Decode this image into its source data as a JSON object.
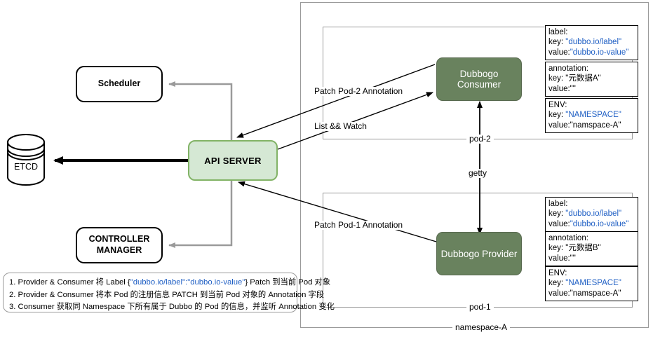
{
  "diagram": {
    "title": "Dubbogo Kubernetes registry architecture",
    "colors": {
      "dubbo_fill": "#69825e",
      "apiserver_fill": "#d5e8d4",
      "apiserver_stroke": "#82b366",
      "container_stroke": "#9a9a9a",
      "blue_text": "#1f5fc4",
      "grey_arrow": "#9a9a9a",
      "black_arrow": "#000000"
    }
  },
  "nodes": {
    "scheduler": "Scheduler",
    "controller_manager_line1": "CONTROLLER",
    "controller_manager_line2": "MANAGER",
    "api_server": "API SERVER",
    "etcd": "ETCD",
    "dubbogo_consumer": "Dubbogo Consumer",
    "dubbogo_provider": "Dubbogo Provider"
  },
  "containers": {
    "namespace": "namespace-A",
    "pod_top": "pod-2",
    "pod_bottom": "pod-1"
  },
  "edges": {
    "patch_pod2": "Patch Pod-2 Annotation",
    "list_watch": "List && Watch",
    "patch_pod1": "Patch Pod-1 Annotation",
    "getty": "getty"
  },
  "info_boxes": {
    "pod2": [
      {
        "name": "label",
        "lines": [
          [
            {
              "t": "label:",
              "c": "black"
            }
          ],
          [
            {
              "t": "key: ",
              "c": "black"
            },
            {
              "t": "\"dubbo.io/label\"",
              "c": "blue"
            }
          ],
          [
            {
              "t": "value:",
              "c": "black"
            },
            {
              "t": "\"dubbo.io-value\"",
              "c": "blue"
            }
          ]
        ]
      },
      {
        "name": "annotation",
        "lines": [
          [
            {
              "t": "annotation:",
              "c": "black"
            }
          ],
          [
            {
              "t": "key: \"元数据A\"",
              "c": "black"
            }
          ],
          [
            {
              "t": "value:\"\"",
              "c": "black"
            }
          ]
        ]
      },
      {
        "name": "env",
        "lines": [
          [
            {
              "t": "ENV:",
              "c": "black"
            }
          ],
          [
            {
              "t": "key: ",
              "c": "black"
            },
            {
              "t": "\"NAMESPACE\"",
              "c": "blue"
            }
          ],
          [
            {
              "t": "value:\"namspace-A\"",
              "c": "black"
            }
          ]
        ]
      }
    ],
    "pod1": [
      {
        "name": "label",
        "lines": [
          [
            {
              "t": "label:",
              "c": "black"
            }
          ],
          [
            {
              "t": "key: ",
              "c": "black"
            },
            {
              "t": "\"dubbo.io/label\"",
              "c": "blue"
            }
          ],
          [
            {
              "t": "value:",
              "c": "black"
            },
            {
              "t": "\"dubbo.io-value\"",
              "c": "blue"
            }
          ]
        ]
      },
      {
        "name": "annotation",
        "lines": [
          [
            {
              "t": "annotation:",
              "c": "black"
            }
          ],
          [
            {
              "t": "key: \"元数据B\"",
              "c": "black"
            }
          ],
          [
            {
              "t": "value:\"\"",
              "c": "black"
            }
          ]
        ]
      },
      {
        "name": "env",
        "lines": [
          [
            {
              "t": "ENV:",
              "c": "black"
            }
          ],
          [
            {
              "t": "key: ",
              "c": "black"
            },
            {
              "t": "\"NAMESPACE\"",
              "c": "blue"
            }
          ],
          [
            {
              "t": "value:\"namspace-A\"",
              "c": "black"
            }
          ]
        ]
      }
    ]
  },
  "legend": {
    "lines": [
      [
        {
          "t": "1. Provider & Consumer 将 Label  {",
          "c": "black"
        },
        {
          "t": "\"dubbo.io/label\":\"dubbo.io-value\"",
          "c": "blue"
        },
        {
          "t": "} Patch 到当前 Pod 对象",
          "c": "black"
        }
      ],
      [
        {
          "t": "2. Provider & Consumer 将本 Pod 的注册信息 PATCH 到当前 Pod 对象的 Annotation 字段",
          "c": "black"
        }
      ],
      [
        {
          "t": "3. Consumer 获取同 Namespace 下所有属于 Dubbo 的 Pod 的信息，并监听 Annotation 变化",
          "c": "black"
        }
      ]
    ]
  }
}
